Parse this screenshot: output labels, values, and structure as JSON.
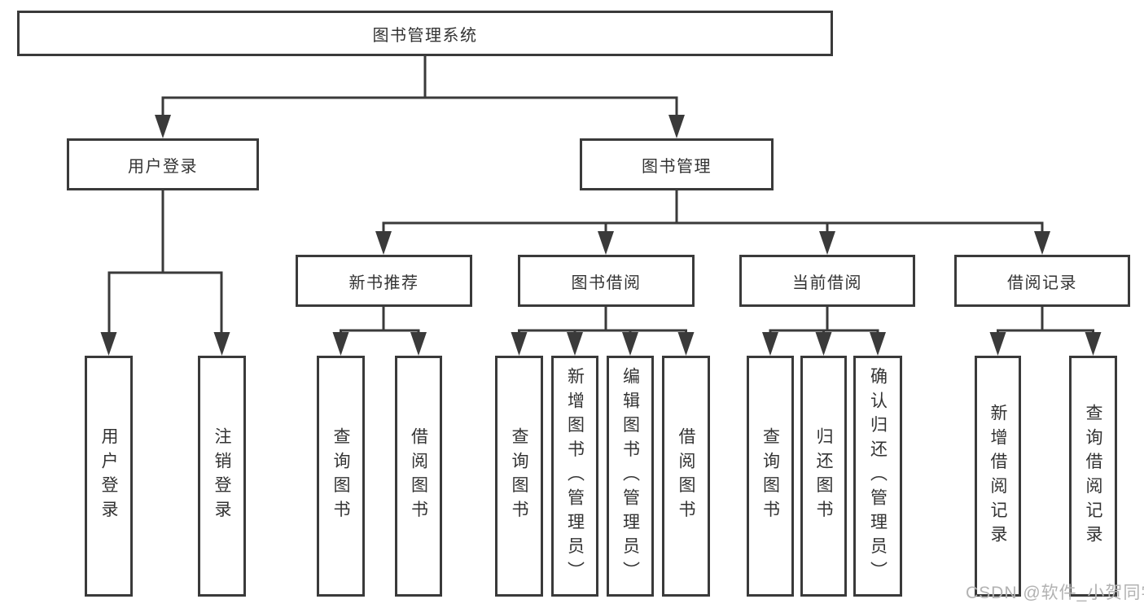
{
  "diagram": {
    "type": "tree-diagram",
    "tree": {
      "label": "图书管理系统",
      "children": [
        {
          "label": "用户登录",
          "children": [
            {
              "label": "用户登录"
            },
            {
              "label": "注销登录"
            }
          ]
        },
        {
          "label": "图书管理",
          "children": [
            {
              "label": "新书推荐",
              "children": [
                {
                  "label": "查询图书"
                },
                {
                  "label": "借阅图书"
                }
              ]
            },
            {
              "label": "图书借阅",
              "children": [
                {
                  "label": "查询图书"
                },
                {
                  "label": "新增图书（管理员）"
                },
                {
                  "label": "编辑图书（管理员）"
                },
                {
                  "label": "借阅图书"
                }
              ]
            },
            {
              "label": "当前借阅",
              "children": [
                {
                  "label": "查询图书"
                },
                {
                  "label": "归还图书"
                },
                {
                  "label": "确认归还（管理员）"
                }
              ]
            },
            {
              "label": "借阅记录",
              "children": [
                {
                  "label": "新增借阅记录"
                },
                {
                  "label": "查询借阅记录"
                }
              ]
            }
          ]
        }
      ]
    },
    "colors": {
      "line": "#3a3a3a",
      "box_border": "#3a3a3a",
      "box_fill": "#ffffff",
      "text": "#333333",
      "background": "#ffffff"
    }
  },
  "watermark": {
    "text": "CSDN @软件_小贺同学",
    "color": "#b2b2b2"
  }
}
